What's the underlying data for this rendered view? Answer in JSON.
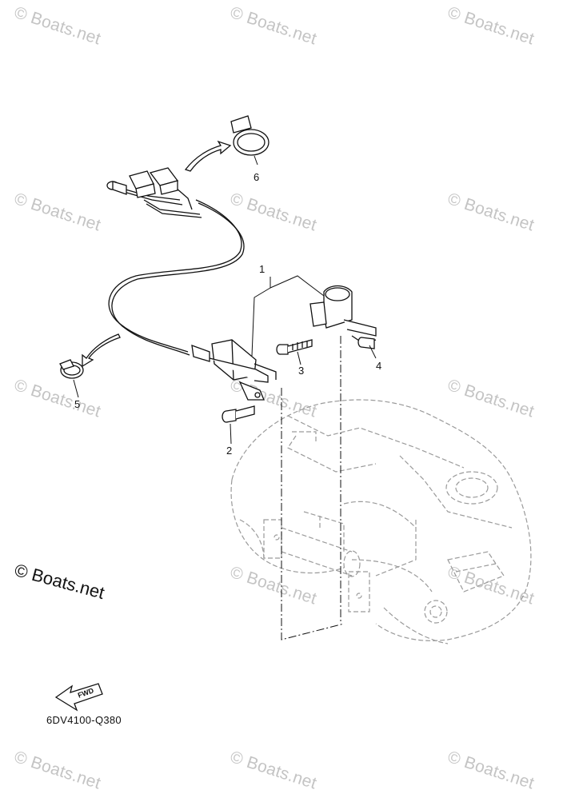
{
  "watermark": {
    "text": "© Boats.net"
  },
  "callouts": {
    "c1": "1",
    "c2": "2",
    "c3": "3",
    "c4": "4",
    "c5": "5",
    "c6": "6"
  },
  "copyright": "© Boats.net",
  "fwd_label": "FWD",
  "diagram_code": "6DV4100-Q380",
  "colors": {
    "line": "#111111",
    "ghost": "#9a9a9a",
    "watermark": "#c4c4c4"
  }
}
